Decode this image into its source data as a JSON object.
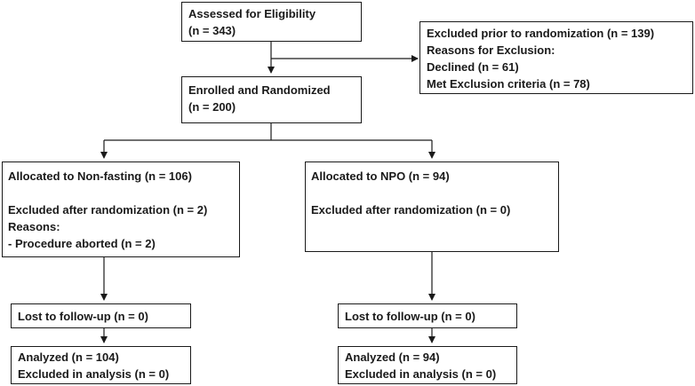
{
  "assessed": {
    "title": "Assessed for Eligibility",
    "count": "(n = 343)"
  },
  "excluded_prior": {
    "title": "Excluded prior to randomization (n = 139)",
    "reasons_label": "Reasons for Exclusion:",
    "declined": "Declined (n = 61)",
    "met_criteria": "Met Exclusion criteria (n = 78)"
  },
  "enrolled": {
    "title": "Enrolled and Randomized",
    "count": "(n = 200)"
  },
  "nonfasting": {
    "allocated": "Allocated to Non-fasting (n = 106)",
    "excluded": "Excluded after randomization (n = 2)",
    "reasons_label": "Reasons:",
    "reason_1": "- Procedure aborted (n = 2)",
    "lost": "Lost to follow-up (n = 0)",
    "analyzed": "Analyzed (n = 104)",
    "excluded_analysis": "Excluded in analysis (n = 0)"
  },
  "npo": {
    "allocated": "Allocated to NPO (n = 94)",
    "excluded": "Excluded after randomization (n = 0)",
    "lost": "Lost to follow-up (n = 0)",
    "analyzed": "Analyzed (n = 94)",
    "excluded_analysis": "Excluded in analysis (n = 0)"
  }
}
